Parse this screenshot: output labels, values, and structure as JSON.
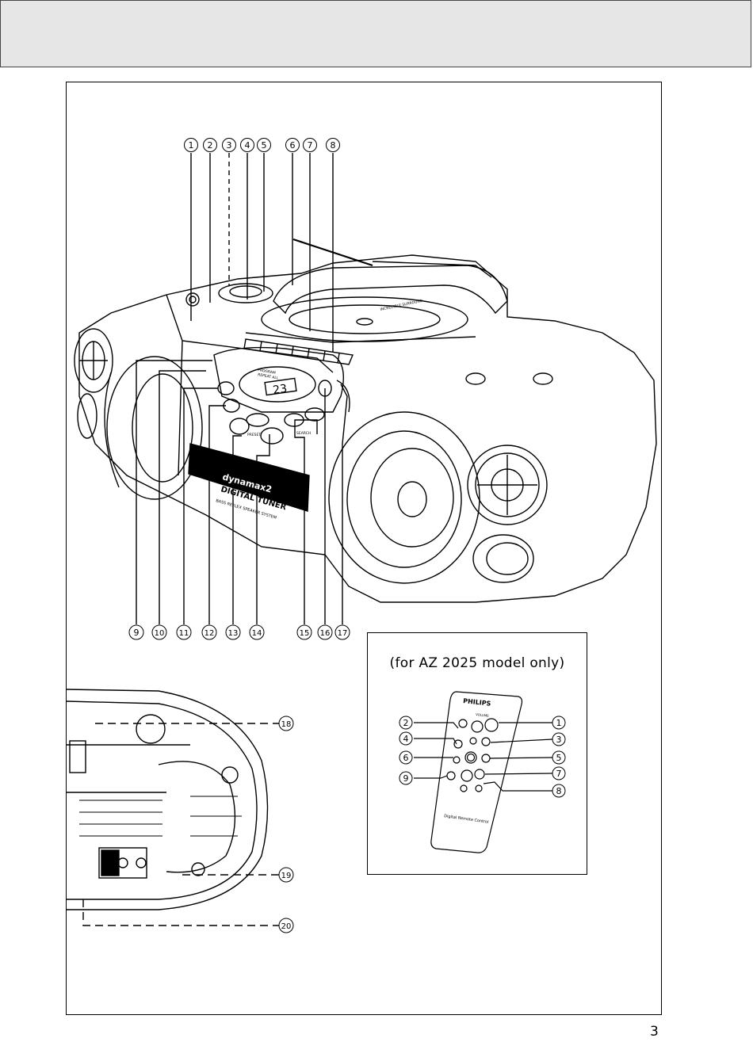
{
  "header": {
    "title": ""
  },
  "main_callouts": [
    "1",
    "2",
    "3",
    "4",
    "5",
    "6",
    "7",
    "8",
    "9",
    "10",
    "11",
    "12",
    "13",
    "14",
    "15",
    "16",
    "17"
  ],
  "side_callouts": [
    "18",
    "19",
    "20"
  ],
  "device_labels": {
    "display_digits": "23",
    "brand_model": "dynamax2",
    "tuner_label": "DIGITAL TUNER",
    "speaker_label": "BASS REFLEX SPEAKER SYSTEM",
    "program_label": "PROGRAM",
    "repeat_label": "REPEAT ALL",
    "search_label": "SEARCH",
    "preset_label": "PRESET",
    "lid_label": "INCREDIBLE SURROUND"
  },
  "remote": {
    "caption": "(for AZ 2025 model only)",
    "brand": "PHILIPS",
    "volume_label": "VOLUME",
    "footer_label": "Digital Remote Control",
    "callouts_left": [
      "2",
      "4",
      "6",
      "9"
    ],
    "callouts_right": [
      "1",
      "3",
      "5",
      "7",
      "8"
    ]
  },
  "page_number": "3"
}
